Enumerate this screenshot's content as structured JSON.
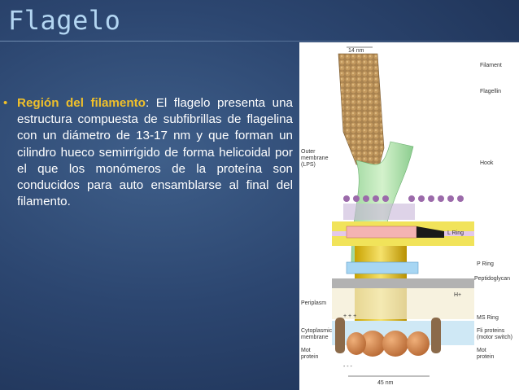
{
  "slide": {
    "title": "Flagelo",
    "bullet": {
      "glyph": "•",
      "heading": "Región del filamento",
      "colon": ":",
      "body": " El flagelo presenta una estructura compuesta de subfibrillas de flagelina con un diámetro de 13-17 nm y que forman un cilindro hueco semirrígido de forma helicoidal por el que los monómeros de la proteína son conducidos para auto ensamblarse al final del filamento."
    }
  },
  "figure": {
    "dim_top": "14 nm",
    "dim_bottom": "45 nm",
    "labels": {
      "filament": "Filament",
      "flagellin": "Flagellin",
      "hook": "Hook",
      "outer_membrane": [
        "Outer",
        "membrane",
        "(LPS)"
      ],
      "l_ring": "L Ring",
      "p_ring": "P Ring",
      "peptidoglycan": "Peptidoglycan",
      "h_plus": "H+",
      "periplasm": "Periplasm",
      "ms_ring": "MS Ring",
      "fli_proteins": [
        "Fli proteins",
        "(motor switch)"
      ],
      "cytoplasmic_membrane": [
        "Cytoplasmic",
        "membrane"
      ],
      "mot_protein_left": [
        "Mot",
        "protein"
      ],
      "mot_protein_right": [
        "Mot",
        "protein"
      ],
      "plus_signs": "+ + +",
      "minus_signs": "- - -"
    }
  }
}
